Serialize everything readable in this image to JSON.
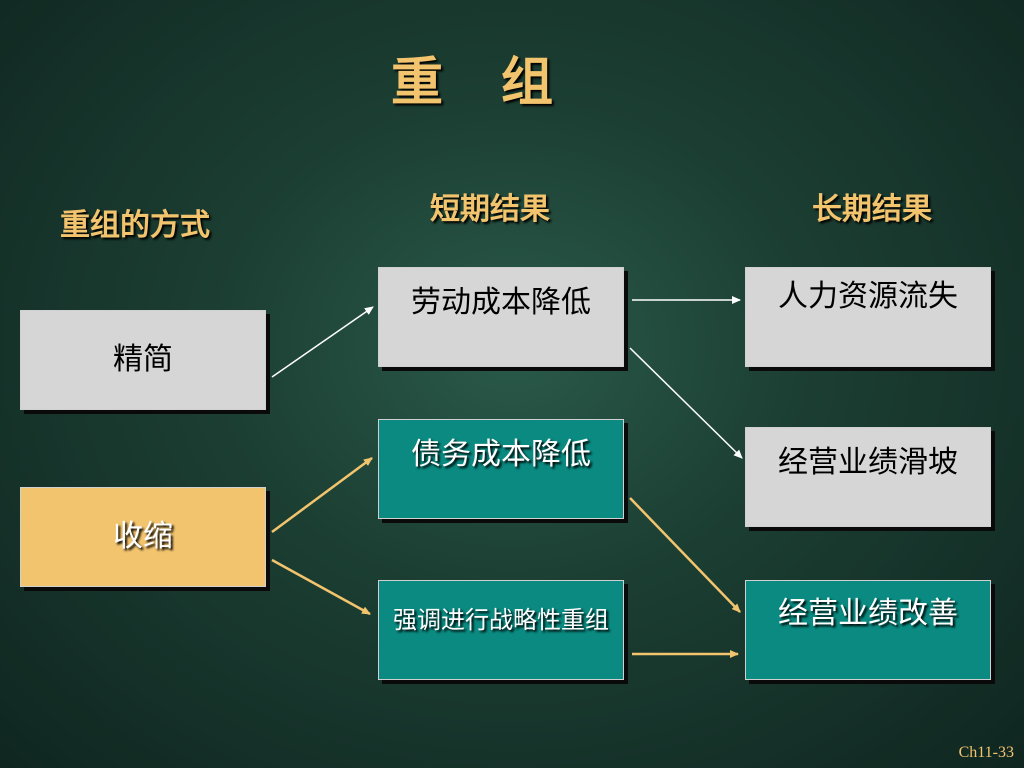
{
  "title": "重 组",
  "columns": {
    "method": "重组的方式",
    "short_term": "短期结果",
    "long_term": "长期结果"
  },
  "methods": {
    "downsizing": "精简",
    "retrenchment": "收缩"
  },
  "short_results": {
    "labor_cost": "劳动成本降低",
    "debt_cost": "债务成本降低",
    "strategic": "强调进行战略性重组"
  },
  "long_results": {
    "hr_loss": "人力资源流失",
    "perf_decline": "经营业绩滑坡",
    "perf_improve": "经营业绩改善"
  },
  "page_number": "Ch11-33",
  "colors": {
    "accent_gold": "#f3c46e",
    "teal": "#0a8a80",
    "gray": "#d6d6d6",
    "white_arrow": "#ffffff"
  }
}
